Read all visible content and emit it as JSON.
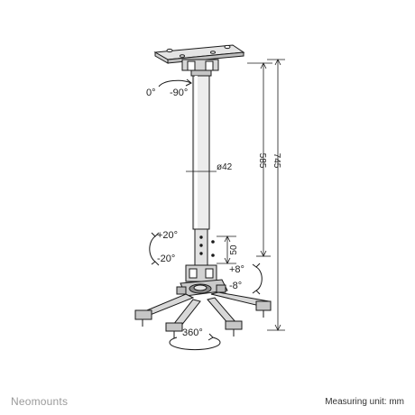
{
  "brand": "Neomounts",
  "measuring_unit": "Measuring unit: mm",
  "annotations": {
    "top_rotation_left": "0°",
    "top_rotation_right": "-90°",
    "diameter": "ø42",
    "height_inner": "585",
    "height_outer": "745",
    "extension_step": "50",
    "tilt_up": "+20°",
    "tilt_down": "-20°",
    "roll_plus": "+8°",
    "roll_minus": "-8°",
    "swivel": "360°"
  },
  "colors": {
    "line": "#1a1a1a",
    "metal": "#dcdcdc",
    "metal_dark": "#8a8a8a",
    "brand": "#9a9a9a"
  }
}
